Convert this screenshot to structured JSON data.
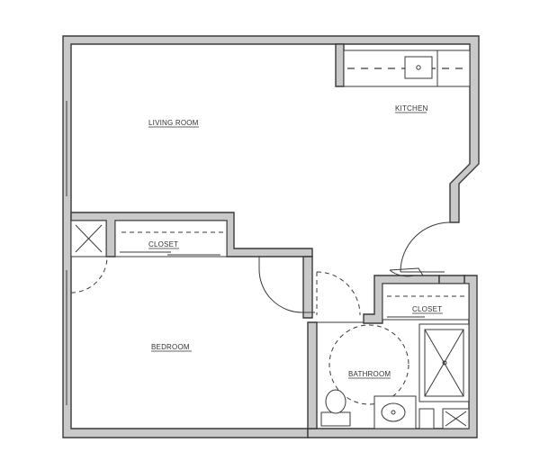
{
  "rooms": {
    "living_room": "LIVING ROOM",
    "kitchen": "KITCHEN",
    "closet_upper": "CLOSET",
    "closet_right": "CLOSET",
    "bedroom": "BEDROOM",
    "bathroom": "BATHROOM"
  },
  "colors": {
    "wall_fill": "#c9c9c9",
    "line": "#3a3a3a",
    "background": "#ffffff"
  }
}
